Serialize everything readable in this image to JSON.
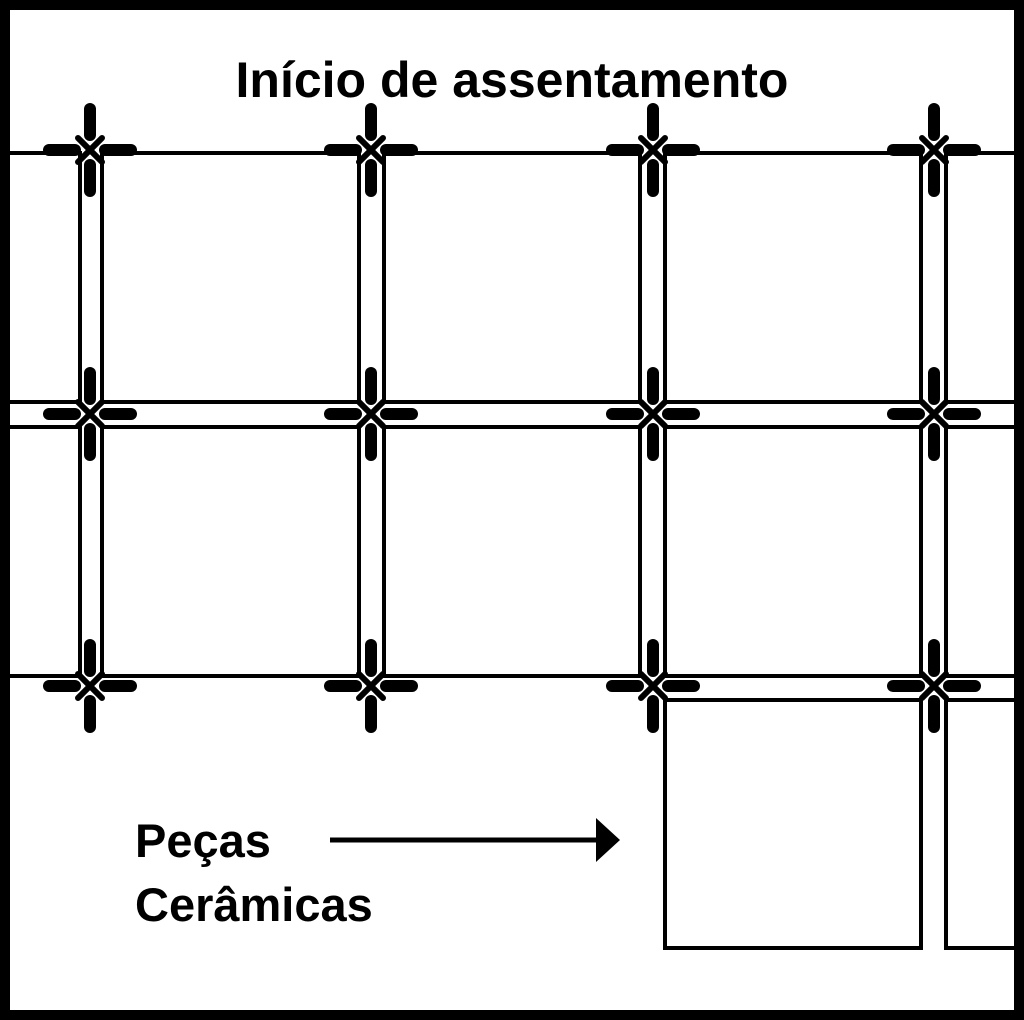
{
  "title": "Início de assentamento",
  "label": {
    "line1": "Peças",
    "line2": "Cerâmicas"
  },
  "colors": {
    "ink": "#000000",
    "paper": "#ffffff"
  },
  "icons": {
    "spacer": "tile-spacer-cross-icon",
    "arrow": "arrow-right-icon"
  }
}
